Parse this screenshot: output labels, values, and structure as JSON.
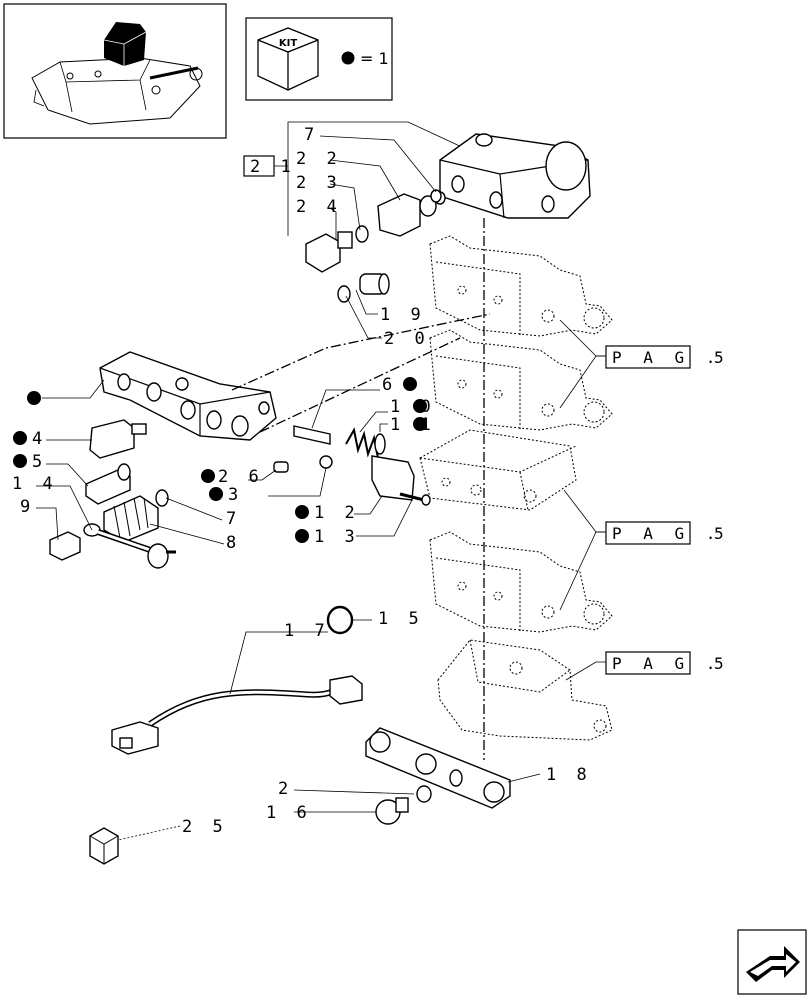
{
  "kit_legend": {
    "kit_label": "KIT",
    "equals_text": "= 1"
  },
  "reference_box": "2 1",
  "pag_label": "P A G .",
  "pag_value": "5",
  "callouts": {
    "c7_top": "7",
    "c22": "2 2",
    "c23": "2 3",
    "c24": "2 4",
    "c19": "1 9",
    "c20": "2 0",
    "c6": "6",
    "c10": "1 0",
    "c11": "1 1",
    "c4": "4",
    "c5": "5",
    "c14": "1 4",
    "c9": "9",
    "c26": "2 6",
    "c3": "3",
    "c7_mid": "7",
    "c8": "8",
    "c12": "1 2",
    "c13": "1 3",
    "c17": "1 7",
    "c15": "1 5",
    "c18": "1 8",
    "c2": "2",
    "c16": "1 6",
    "c25": "2 5"
  }
}
